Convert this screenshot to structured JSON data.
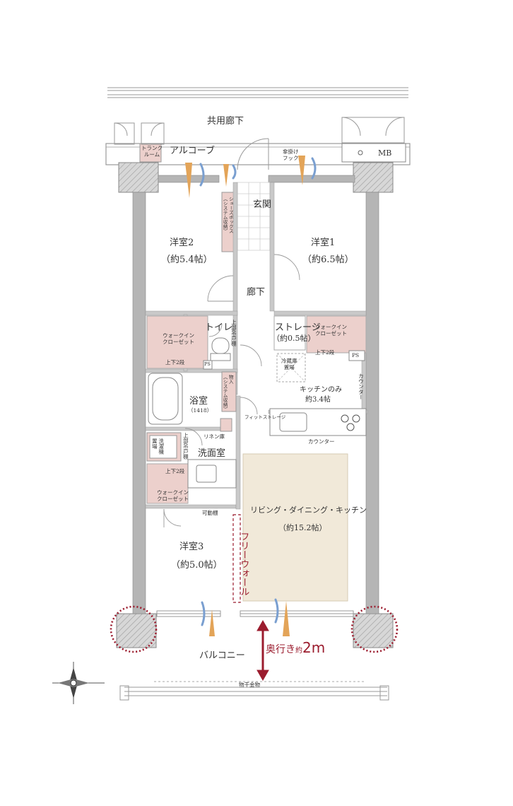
{
  "labels": {
    "common_corridor": "共用廊下",
    "alcove": "アルコーブ",
    "trunk_room": "トランク\nルーム",
    "mb": "MB",
    "umbrella_hook": "傘掛け\nフック",
    "entrance": "玄関",
    "shoes_box": "シューズボックス\n（システム収納）",
    "room1": "洋室1",
    "room1_size": "（約6.5帖）",
    "room2": "洋室2",
    "room2_size": "（約5.4帖）",
    "room3": "洋室3",
    "room3_size": "（約5.0帖）",
    "hallway": "廊下",
    "toilet": "トイレ",
    "upper_cabinet": "上部吊戸棚",
    "upper_cabinet2": "上部吊戸棚",
    "storage": "ストレージ",
    "storage_size": "（約0.5帖）",
    "wic_1": "ウォークイン\nクローゼット",
    "wic_2": "ウォークイン\nクローゼット",
    "wic_3": "ウォークイン\nクローゼット",
    "two_tier_1": "上下2段",
    "two_tier_2": "上下2段",
    "two_tier_3": "上下2段",
    "ps_1": "PS",
    "ps_2": "PS",
    "fridge_space": "冷蔵庫\n置場",
    "kitchen": "キッチンのみ",
    "kitchen_size": "約3.4帖",
    "counter_vertical": "カウンター",
    "counter_horizontal": "カウンター",
    "fit_storage": "フィットストレージ",
    "bathroom": "浴室",
    "bath_size": "（1418）",
    "closet": "物入\n（システム収納）",
    "linen_shelf": "リネン庫",
    "washroom": "洗面室",
    "washer_space": "洗濯機\n置場",
    "movable_shelf": "可動棚",
    "ldk": "リビング・ダイニング・キッチン",
    "ldk_size": "（約15.2帖）",
    "free_wall": "フリーウォール",
    "balcony": "バルコニー",
    "balcony_depth_main": "奥行き",
    "balcony_depth_approx": "約",
    "balcony_depth_value": "2m",
    "clothes_hanger": "物干金物"
  },
  "colors": {
    "wall": "#aaaaaa",
    "wall_dark": "#888888",
    "closet_fill": "#ecd0cc",
    "ldk_fill": "#f1e9d9",
    "accent_red": "#9b1c2e",
    "wind_blue": "#7a9fd0",
    "light_orange": "#e3a458"
  }
}
